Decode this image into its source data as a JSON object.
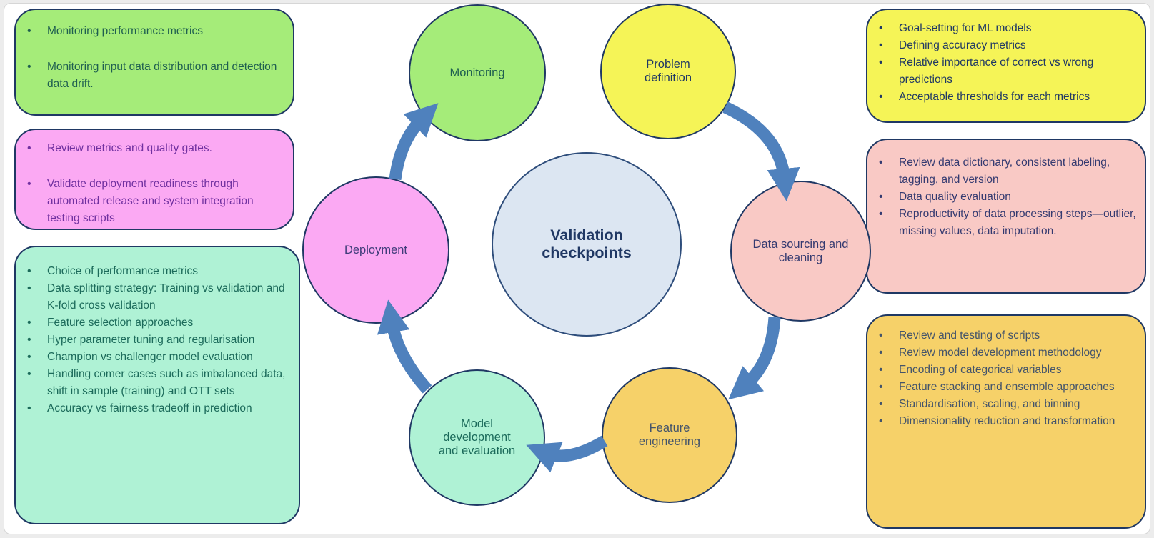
{
  "title": "Validation checkpoints",
  "colors": {
    "border": "#1f3864",
    "arrow": "#4f81bd",
    "green": "#a5ec79",
    "yellow": "#f5f457",
    "pink": "#fba9f3",
    "salmon": "#f9c9c5",
    "gold": "#f6d169",
    "mint": "#aff2d5",
    "center_fill": "#dce6f2",
    "text_green": "#1f5f50",
    "text_purple": "#7030a0",
    "text_teal": "#1b6a5a",
    "text_navy": "#203864",
    "text_indigo": "#343a70",
    "text_slate": "#44546a",
    "text_deployment": "#3f3c7a"
  },
  "nodes": {
    "center": {
      "label": "Validation checkpoints"
    },
    "monitoring": {
      "label": "Monitoring"
    },
    "problem": {
      "label": "Problem definition"
    },
    "data_sourcing": {
      "label": "Data sourcing and cleaning"
    },
    "feature_eng": {
      "label": "Feature engineering"
    },
    "model_dev": {
      "label": "Model development and evaluation"
    },
    "deployment": {
      "label": "Deployment"
    }
  },
  "notes": {
    "monitoring": {
      "bullets": [
        "Monitoring performance metrics",
        "Monitoring input data distribution and detection data drift."
      ]
    },
    "deployment": {
      "bullets": [
        "Review metrics and quality gates.",
        "Validate deployment readiness through automated release and system integration testing scripts"
      ]
    },
    "model_dev": {
      "bullets": [
        "Choice of performance metrics",
        "Data splitting strategy: Training vs validation and K-fold cross validation",
        "Feature selection approaches",
        "Hyper parameter tuning and regularisation",
        "Champion vs challenger model evaluation",
        "Handling comer cases such as imbalanced data, shift in sample (training) and OTT sets",
        "Accuracy vs fairness tradeoff in prediction"
      ]
    },
    "problem": {
      "bullets": [
        "Goal-setting for ML models",
        "Defining accuracy metrics",
        "Relative importance of correct vs wrong predictions",
        "Acceptable thresholds for each metrics"
      ]
    },
    "data_sourcing": {
      "bullets": [
        "Review data dictionary, consistent labeling, tagging, and version",
        "Data quality evaluation",
        "Reproductivity of data processing steps—outlier, missing values, data imputation."
      ]
    },
    "feature_eng": {
      "bullets": [
        "Review and testing of scripts",
        "Review model development methodology",
        "Encoding of categorical variables",
        "Feature stacking and ensemble approaches",
        "Standardisation, scaling, and binning",
        "Dimensionality reduction and transformation"
      ]
    }
  }
}
